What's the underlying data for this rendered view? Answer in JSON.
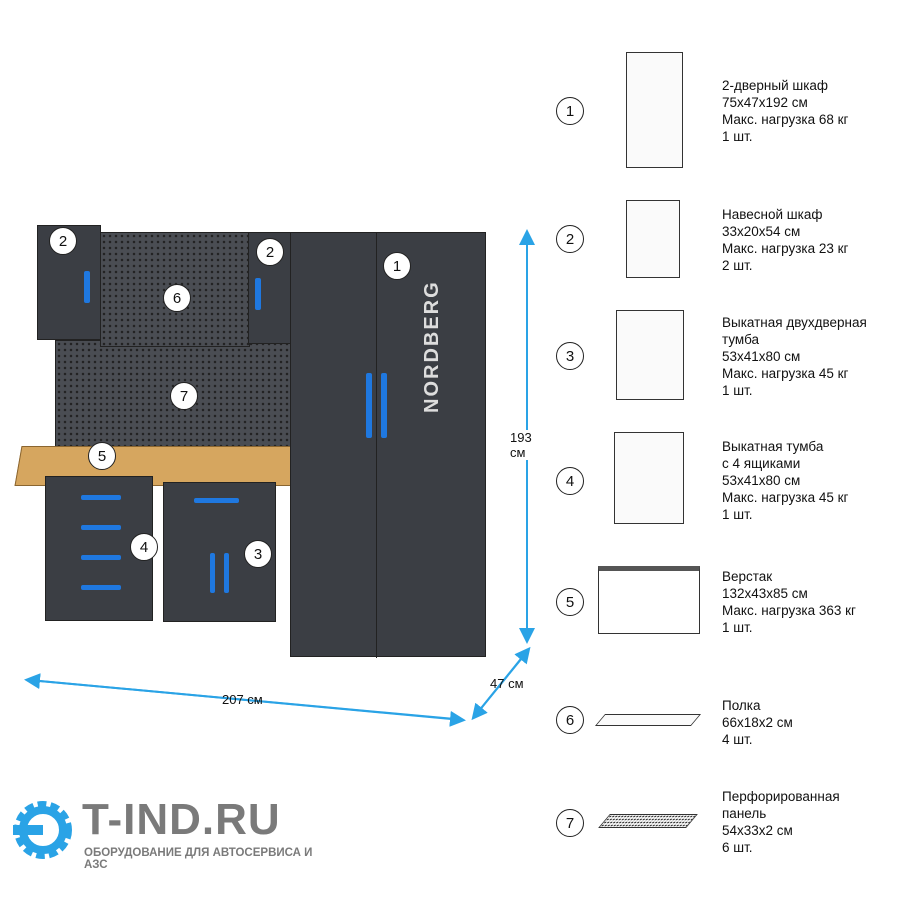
{
  "illustration": {
    "brand": "NORDBERG",
    "callouts": [
      "1",
      "2",
      "2",
      "3",
      "4",
      "5",
      "6",
      "7"
    ],
    "dimensions": {
      "height": "193 см",
      "width": "207 см",
      "depth": "47 см"
    },
    "accent": "#1f78e0"
  },
  "items": [
    {
      "num": "1",
      "lines": [
        "2-дверный шкаф",
        "75x47x192 см",
        "Макс. нагрузка 68 кг",
        "1 шт."
      ]
    },
    {
      "num": "2",
      "lines": [
        "Навесной шкаф",
        "33x20x54 см",
        "Макс. нагрузка 23 кг",
        "2 шт."
      ]
    },
    {
      "num": "3",
      "lines": [
        "Выкатная двухдверная",
        "тумба",
        "53x41x80 см",
        "Макс. нагрузка 45 кг",
        "1 шт."
      ]
    },
    {
      "num": "4",
      "lines": [
        "Выкатная тумба",
        "с 4 ящиками",
        "53x41x80 см",
        "Макс. нагрузка 45 кг",
        "1 шт."
      ]
    },
    {
      "num": "5",
      "lines": [
        "Верстак",
        "132x43x85 см",
        "Макс. нагрузка 363 кг",
        "1 шт."
      ]
    },
    {
      "num": "6",
      "lines": [
        "Полка",
        "66x18x2 см",
        "4 шт."
      ]
    },
    {
      "num": "7",
      "lines": [
        "Перфорированная",
        "панель",
        "54x33x2 см",
        "6 шт."
      ]
    }
  ],
  "logo": {
    "name": "T-IND.RU",
    "tagline": "ОБОРУДОВАНИЕ ДЛЯ АВТОСЕРВИСА И АЗС",
    "color": "#2aa3e6"
  }
}
